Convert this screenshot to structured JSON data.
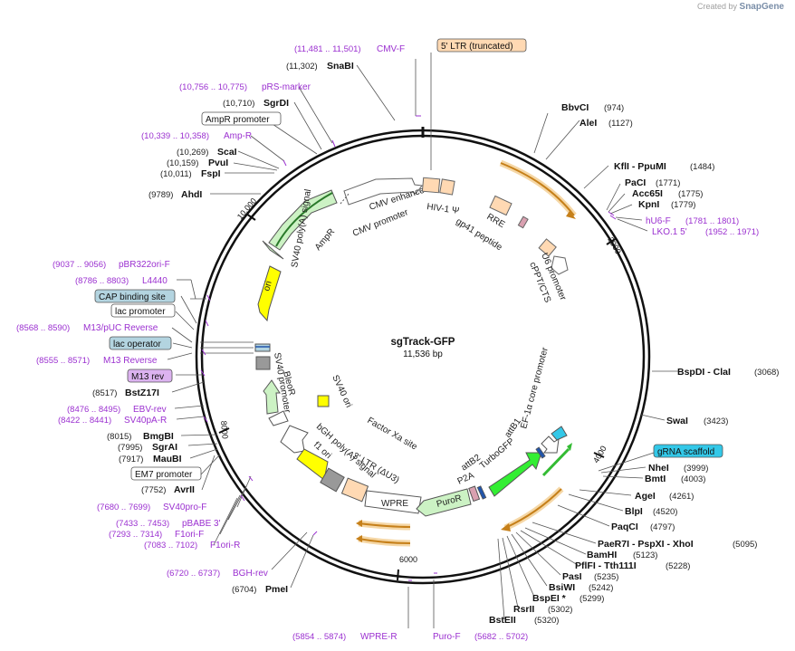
{
  "watermark": {
    "prefix": "Created by",
    "brand": "SnapGene"
  },
  "plasmid": {
    "name": "sgTrack-GFP",
    "length_label": "11,536 bp"
  },
  "ticks": [
    "2000",
    "4000",
    "6000",
    "8000",
    "10,000"
  ],
  "enzymes_right": [
    {
      "name": "BbvCI",
      "pos": "(974)"
    },
    {
      "name": "AleI",
      "pos": "(1127)"
    },
    {
      "name": "KflI - PpuMI",
      "pos": "(1484)"
    },
    {
      "name": "PaCI",
      "pos": "(1771)"
    },
    {
      "name": "Acc65I",
      "pos": "(1775)"
    },
    {
      "name": "KpnI",
      "pos": "(1779)"
    },
    {
      "name": "BspDI - ClaI",
      "pos": "(3068)"
    },
    {
      "name": "SwaI",
      "pos": "(3423)"
    },
    {
      "name": "NheI",
      "pos": "(3999)"
    },
    {
      "name": "BmtI",
      "pos": "(4003)"
    },
    {
      "name": "AgeI",
      "pos": "(4261)"
    },
    {
      "name": "BlpI",
      "pos": "(4520)"
    },
    {
      "name": "PaqCI",
      "pos": "(4797)"
    },
    {
      "name": "PaeR7I - PspXI - XhoI",
      "pos": "(5095)"
    },
    {
      "name": "BamHI",
      "pos": "(5123)"
    },
    {
      "name": "PflFI - Tth111I",
      "pos": "(5228)"
    },
    {
      "name": "PasI",
      "pos": "(5235)"
    },
    {
      "name": "BsiWI",
      "pos": "(5242)"
    },
    {
      "name": "BspEI *",
      "pos": "(5299)"
    },
    {
      "name": "RsrII",
      "pos": "(5302)"
    },
    {
      "name": "BstEII",
      "pos": "(5320)"
    }
  ],
  "enzymes_left": [
    {
      "name": "SnaBI",
      "pos": "(11,302)"
    },
    {
      "name": "SgrDI",
      "pos": "(10,710)"
    },
    {
      "name": "ScaI",
      "pos": "(10,269)"
    },
    {
      "name": "PvuI",
      "pos": "(10,159)"
    },
    {
      "name": "FspI",
      "pos": "(10,011)"
    },
    {
      "name": "AhdI",
      "pos": "(9789)"
    },
    {
      "name": "BstZ17I",
      "pos": "(8517)"
    },
    {
      "name": "BmgBI",
      "pos": "(8015)"
    },
    {
      "name": "SgrAI",
      "pos": "(7995)"
    },
    {
      "name": "MauBI",
      "pos": "(7917)"
    },
    {
      "name": "AvrII",
      "pos": "(7752)"
    },
    {
      "name": "PmeI",
      "pos": "(6704)"
    }
  ],
  "primers": [
    {
      "name": "CMV-F",
      "range": "(11,481 .. 11,501)"
    },
    {
      "name": "pRS-marker",
      "range": "(10,756 .. 10,775)"
    },
    {
      "name": "Amp-R",
      "range": "(10,339 .. 10,358)"
    },
    {
      "name": "pBR322ori-F",
      "range": "(9037 .. 9056)"
    },
    {
      "name": "L4440",
      "range": "(8786 .. 8803)"
    },
    {
      "name": "M13/pUC Reverse",
      "range": "(8568 .. 8590)"
    },
    {
      "name": "M13 Reverse",
      "range": "(8555 .. 8571)"
    },
    {
      "name": "EBV-rev",
      "range": "(8476 .. 8495)"
    },
    {
      "name": "SV40pA-R",
      "range": "(8422 .. 8441)"
    },
    {
      "name": "SV40pro-F",
      "range": "(7680 .. 7699)"
    },
    {
      "name": "pBABE 3'",
      "range": "(7433 .. 7453)"
    },
    {
      "name": "F1ori-F",
      "range": "(7293 .. 7314)"
    },
    {
      "name": "F1ori-R",
      "range": "(7083 .. 7102)"
    },
    {
      "name": "BGH-rev",
      "range": "(6720 .. 6737)"
    },
    {
      "name": "WPRE-R",
      "range": "(5854 .. 5874)"
    },
    {
      "name": "Puro-F",
      "range": "(5682 .. 5702)"
    },
    {
      "name": "hU6-F",
      "range": "(1781 .. 1801)"
    },
    {
      "name": "LKO.1 5'",
      "range": "(1952 .. 1971)"
    }
  ],
  "boxed_labels": {
    "ltr_truncated": "5' LTR (truncated)",
    "ampr_promoter": "AmpR promoter",
    "cap_binding_site": "CAP binding site",
    "lac_promoter": "lac promoter",
    "lac_operator": "lac operator",
    "m13_rev": "M13 rev",
    "em7_promoter": "EM7 promoter",
    "grna_scaffold": "gRNA scaffold"
  },
  "features": {
    "cmv_enhancer": "CMV enhancer",
    "cmv_promoter": "CMV promoter",
    "hiv1_psi": "HIV-1 Ψ",
    "rre": "RRE",
    "gp41_peptide": "gp41 peptide",
    "u6_promoter": "U6 promoter",
    "cppt_cts": "cPPT/CTS",
    "ampr": "AmpR",
    "ori": "ori",
    "sv40_polya": "SV40 poly(A) signal",
    "sv40_promoter": "SV40 promoter",
    "bleor": "BleoR",
    "sv40_ori": "SV40 ori",
    "factor_xa": "Factor Xa site",
    "bgh_polya": "bGH poly(A) signal",
    "f1_ori": "f1 ori",
    "ltr_du3": "3' LTR (ΔU3)",
    "wpre": "WPRE",
    "puror": "PuroR",
    "p2a": "P2A",
    "attb2": "attB2",
    "turbogfp": "TurboGFP",
    "attb1": "attB1",
    "ef1a_core": "EF-1α core promoter"
  },
  "colors": {
    "backbone": "#111111",
    "primer": "#9b30d0",
    "ampr_fill": "#ccf2c4",
    "ori_fill": "#ffff00",
    "turbogfp_fill": "#33ee33",
    "ltr_fill": "#ffd9b3",
    "orf_orange": "#e8a845",
    "grna_fill": "#33c8e8",
    "lac_box": "#b3d4e0",
    "m13_box": "#dcb3f0"
  }
}
